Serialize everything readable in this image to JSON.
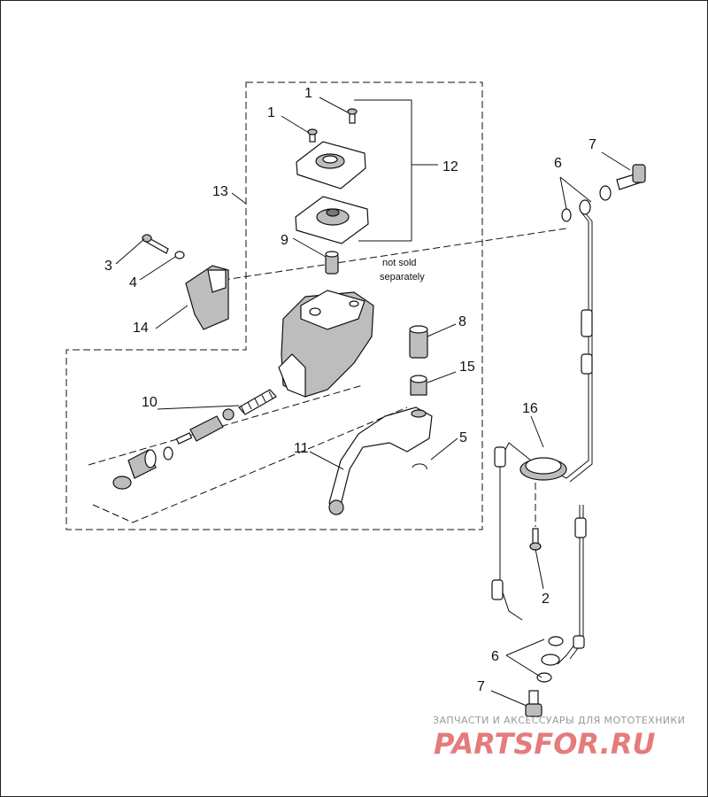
{
  "callouts": [
    {
      "id": "c1a",
      "label": "1"
    },
    {
      "id": "c1b",
      "label": "1"
    },
    {
      "id": "c2",
      "label": "2"
    },
    {
      "id": "c3",
      "label": "3"
    },
    {
      "id": "c4",
      "label": "4"
    },
    {
      "id": "c5",
      "label": "5"
    },
    {
      "id": "c6a",
      "label": "6"
    },
    {
      "id": "c6b",
      "label": "6"
    },
    {
      "id": "c7a",
      "label": "7"
    },
    {
      "id": "c7b",
      "label": "7"
    },
    {
      "id": "c8",
      "label": "8"
    },
    {
      "id": "c9",
      "label": "9"
    },
    {
      "id": "c10",
      "label": "10"
    },
    {
      "id": "c11",
      "label": "11"
    },
    {
      "id": "c12",
      "label": "12"
    },
    {
      "id": "c13",
      "label": "13"
    },
    {
      "id": "c14",
      "label": "14"
    },
    {
      "id": "c15",
      "label": "15"
    },
    {
      "id": "c16",
      "label": "16"
    }
  ],
  "note": {
    "line1": "not sold",
    "line2": "separately"
  },
  "watermark": {
    "tagline": "ЗАПЧАСТИ И АКСЕССУАРЫ ДЛЯ МОТОТЕХНИКИ",
    "logo": "PARTSFOR.RU"
  },
  "colors": {
    "line": "#111111",
    "fill_grey": "#bdbdbd",
    "watermark": "#e06464"
  }
}
